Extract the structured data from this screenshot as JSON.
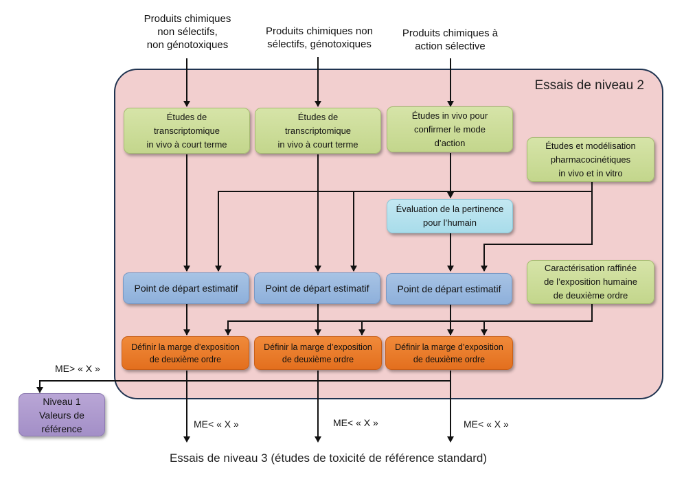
{
  "sources": [
    {
      "label": "Produits chimiques\nnon sélectifs,\nnon génotoxiques"
    },
    {
      "label": "Produits chimiques non\nsélectifs, génotoxiques"
    },
    {
      "label": "Produits chimiques à\naction sélective"
    }
  ],
  "frame": {
    "title": "Essais de niveau 2"
  },
  "studies": [
    {
      "label": "Études de\ntranscriptomique\nin vivo à court terme"
    },
    {
      "label": "Études de\ntranscriptomique\nin vivo à court terme"
    },
    {
      "label": "Études in vivo pour\nconfirmer  le mode\nd’action"
    }
  ],
  "pk_box": {
    "label": "Études et modélisation\npharmacocinétiques\nin vivo et in vitro"
  },
  "relevance_box": {
    "label": "Évaluation de la pertinence\npour  l’humain"
  },
  "pod_boxes": [
    {
      "label": "Point de départ  estimatif"
    },
    {
      "label": "Point de départ  estimatif"
    },
    {
      "label": "Point de départ  estimatif"
    }
  ],
  "exposure_box": {
    "label": "Caractérisation raffinée\nde l’exposition humaine\nde deuxième ordre"
  },
  "moe_boxes": [
    {
      "label": "Définir la marge d’exposition\nde deuxième ordre"
    },
    {
      "label": "Définir la marge d’exposition\nde deuxième ordre"
    },
    {
      "label": "Définir la marge d’exposition\nde deuxième ordre"
    }
  ],
  "level1_box": {
    "label": "Niveau 1\nValeurs de\nréférence"
  },
  "labels": {
    "me_greater": "ME> « X »",
    "me_less": [
      "ME< « X »",
      "ME< « X »",
      "ME< « X »"
    ]
  },
  "bottom_title": "Essais de niveau 3 (études de toxicité de référence standard)",
  "colors": {
    "frame_fill": "#f2cfcf",
    "frame_border": "#1f3350",
    "green": "#c8da94",
    "blue": "#97b6dd",
    "cyan": "#b2e0ec",
    "orange": "#e87925",
    "purple": "#ad99cd"
  }
}
